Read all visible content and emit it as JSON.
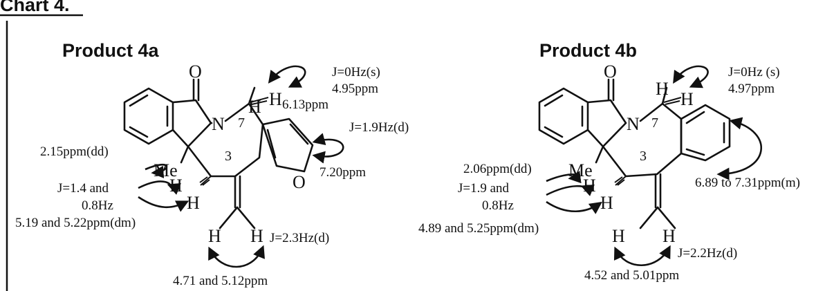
{
  "header": {
    "chart_label": "Chart 4."
  },
  "product_a": {
    "title": "Product 4a",
    "atoms": {
      "O_carbonyl": "O",
      "N": "N",
      "H7a": "H",
      "H7b": "H",
      "Me": "Me",
      "H3a": "H",
      "H3b": "H",
      "O_furan": "O",
      "Hv1": "H",
      "Hv2": "H",
      "pos7": "7",
      "pos3": "3"
    },
    "annotations": {
      "j7": "J=0Hz(s)",
      "ppm7": "4.95ppm",
      "furan_ppm1": "6.13ppm",
      "furan_j": "J=1.9Hz(d)",
      "furan_ppm2": "7.20ppm",
      "me_ppm": "2.15ppm(dd)",
      "j3_line1": "J=1.4 and",
      "j3_line2": "0.8Hz",
      "ppm3": "5.19 and 5.22ppm(dm)",
      "jvinyl": "J=2.3Hz(d)",
      "ppm_vinyl": "4.71 and 5.12ppm"
    }
  },
  "product_b": {
    "title": "Product 4b",
    "atoms": {
      "O_carbonyl": "O",
      "N": "N",
      "H7a": "H",
      "H7b": "H",
      "Me": "Me",
      "H3a": "H",
      "H3b": "H",
      "Hv1": "H",
      "Hv2": "H",
      "pos7": "7",
      "pos3": "3"
    },
    "annotations": {
      "j7": "J=0Hz (s)",
      "ppm7": "4.97ppm",
      "me_ppm": "2.06ppm(dd)",
      "j3_line1": "J=1.9 and",
      "j3_line2": "0.8Hz",
      "ppm3": "4.89 and 5.25ppm(dm)",
      "aromatic_ppm": "6.89 to 7.31ppm(m)",
      "jvinyl": "J=2.2Hz(d)",
      "ppm_vinyl": "4.52 and 5.01ppm"
    }
  }
}
